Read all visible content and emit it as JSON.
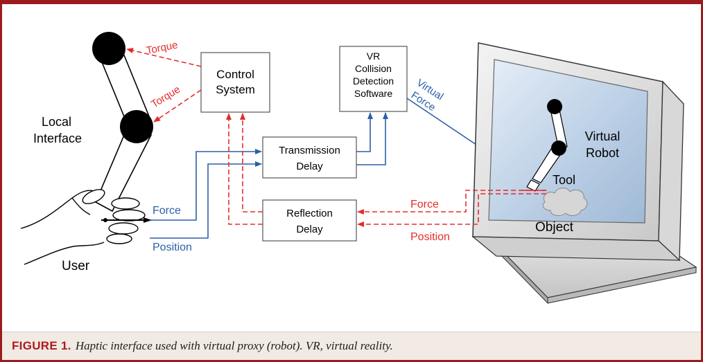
{
  "colors": {
    "frame": "#9b1b1e",
    "blue_arrows": "#2b5fa8",
    "red_arrows": "#e52b2b",
    "caption_label": "#b1191f",
    "caption_bg": "#f1ebe4"
  },
  "diagram": {
    "torque_top": "Torque",
    "torque_bottom": "Torque",
    "local_interface_line1": "Local",
    "local_interface_line2": "Interface",
    "user": "User",
    "force_left": "Force",
    "position_left": "Position",
    "control_system_line1": "Control",
    "control_system_line2": "System",
    "vr_line1": "VR",
    "vr_line2": "Collision",
    "vr_line3": "Detection",
    "vr_line4": "Software",
    "transmission_line1": "Transmission",
    "transmission_line2": "Delay",
    "reflection_line1": "Reflection",
    "reflection_line2": "Delay",
    "virtual_force_line1": "Virtual",
    "virtual_force_line2": "Force",
    "force_right": "Force",
    "position_right": "Position",
    "virtual_robot_line1": "Virtual",
    "virtual_robot_line2": "Robot",
    "tool": "Tool",
    "object": "Object"
  },
  "caption": {
    "label": "FIGURE 1.",
    "text": "Haptic interface used with virtual proxy (robot). VR, virtual reality."
  }
}
